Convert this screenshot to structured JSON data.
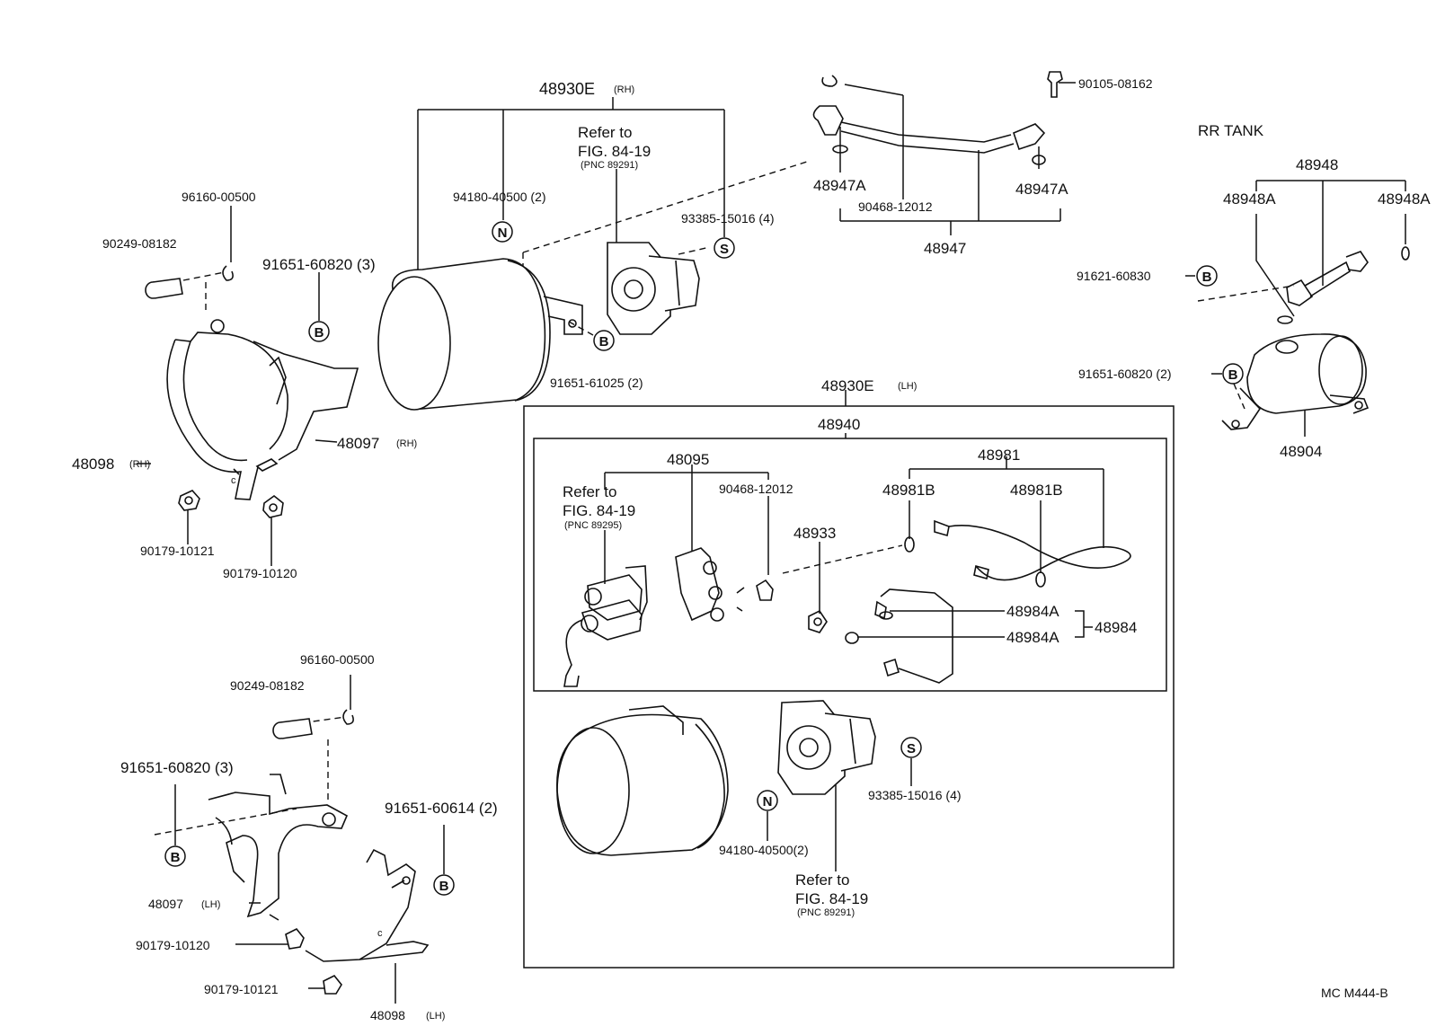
{
  "labels": {
    "l_48930e_rh": "48930E",
    "l_48930e_rh_side": "(RH)",
    "l_refer_top_1": "Refer to",
    "l_refer_top_2": "FIG. 84-19",
    "l_refer_top_3": "(PNC 89291)",
    "l_94180_top": "94180-40500 (2)",
    "l_93385_top": "93385-15016 (4)",
    "l_96160_top": "96160-00500",
    "l_90249_top": "90249-08182",
    "l_91651_60820_top": "91651-60820 (3)",
    "l_91651_61025": "91651-61025 (2)",
    "l_48097_rh": "48097",
    "l_48097_rh_side": "(RH)",
    "l_48098_rh": "48098",
    "l_48098_rh_side": "(RH)",
    "l_90179_10121_top": "90179-10121",
    "l_90179_10120_top": "90179-10120",
    "l_90105": "90105-08162",
    "l_48947a_left": "48947A",
    "l_48947a_right": "48947A",
    "l_90468_top": "90468-12012",
    "l_48947": "48947",
    "l_rr_tank": "RR  TANK",
    "l_48948": "48948",
    "l_48948a_left": "48948A",
    "l_48948a_right": "48948A",
    "l_91621": "91621-60830",
    "l_91651_60820_right": "91651-60820 (2)",
    "l_48904": "48904",
    "l_48930e_lh": "48930E",
    "l_48930e_lh_side": "(LH)",
    "l_48940": "48940",
    "l_48095": "48095",
    "l_90468_mid": "90468-12012",
    "l_48981": "48981",
    "l_48981b_left": "48981B",
    "l_48981b_right": "48981B",
    "l_refer_mid_1": "Refer to",
    "l_refer_mid_2": "FIG. 84-19",
    "l_refer_mid_3": "(PNC 89295)",
    "l_48933": "48933",
    "l_48984a_1": "48984A",
    "l_48984a_2": "48984A",
    "l_48984": "48984",
    "l_93385_bottom": "93385-15016 (4)",
    "l_94180_bottom": "94180-40500(2)",
    "l_refer_bot_1": "Refer to",
    "l_refer_bot_2": "FIG. 84-19",
    "l_refer_bot_3": "(PNC 89291)",
    "l_96160_bottom": "96160-00500",
    "l_90249_bottom": "90249-08182",
    "l_91651_60820_bottom": "91651-60820 (3)",
    "l_91651_60614": "91651-60614 (2)",
    "l_48097_lh": "48097",
    "l_48097_lh_side": "(LH)",
    "l_90179_10120_bottom": "90179-10120",
    "l_90179_10121_bottom": "90179-10121",
    "l_48098_lh": "48098",
    "l_48098_lh_side": "(LH)",
    "l_code": "MC M444-B"
  },
  "symbols": {
    "b": "B",
    "n": "N",
    "s": "S"
  }
}
